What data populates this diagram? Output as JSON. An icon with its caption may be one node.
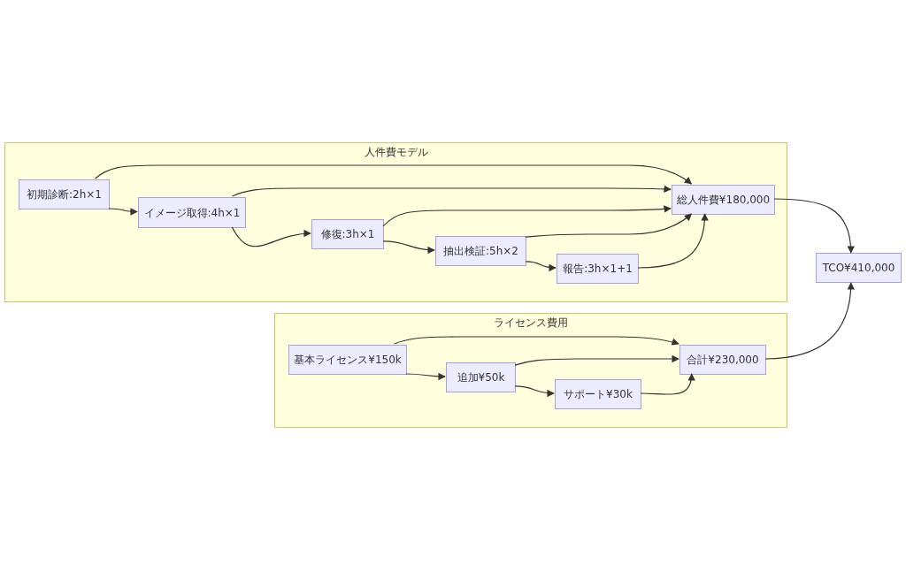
{
  "diagram": {
    "nodes": [
      {
        "text": [
          "人件費モデル"
        ]
      },
      {
        "text": [
          "初期診断:2h×1"
        ],
        "in": 0
      },
      {
        "text": [
          "イメージ取得:4h×1"
        ],
        "in": 0
      },
      {
        "text": [
          "修復:3h×1"
        ],
        "in": 0
      },
      {
        "text": [
          "抽出検証:5h×2"
        ],
        "in": 0
      },
      {
        "text": [
          "報告:3h×1+1"
        ],
        "in": 0
      },
      {
        "text": [
          "総人件費¥180,000"
        ],
        "in": 0
      },
      {
        "text": [
          "ライセンス費用"
        ]
      },
      {
        "text": [
          "基本ライセンス¥150k"
        ],
        "in": 7
      },
      {
        "text": [
          "追加¥50k"
        ],
        "in": 7
      },
      {
        "text": [
          "サポート¥30k"
        ],
        "in": 7
      },
      {
        "text": [
          "合計¥230,000"
        ],
        "in": 7
      },
      {
        "text": [
          "TCO¥410,000"
        ]
      }
    ],
    "edges": [
      {
        "from": 1,
        "to": 2,
        "arrow": "to"
      },
      {
        "from": 1,
        "to": 6,
        "arrow": "to"
      },
      {
        "from": 2,
        "to": 3,
        "arrow": "to"
      },
      {
        "from": 2,
        "to": 6,
        "arrow": "to"
      },
      {
        "from": 3,
        "to": 4,
        "arrow": "to"
      },
      {
        "from": 3,
        "to": 6,
        "arrow": "to"
      },
      {
        "from": 4,
        "to": 5,
        "arrow": "to"
      },
      {
        "from": 4,
        "to": 6,
        "arrow": "to"
      },
      {
        "from": 5,
        "to": 6,
        "arrow": "to"
      },
      {
        "from": 6,
        "to": 12,
        "arrow": "to"
      },
      {
        "from": 8,
        "to": 9,
        "arrow": "to"
      },
      {
        "from": 8,
        "to": 11,
        "arrow": "to"
      },
      {
        "from": 9,
        "to": 10,
        "arrow": "to"
      },
      {
        "from": 9,
        "to": 11,
        "arrow": "to"
      },
      {
        "from": 10,
        "to": 11,
        "arrow": "to"
      },
      {
        "from": 11,
        "to": 12,
        "arrow": "to"
      }
    ]
  }
}
